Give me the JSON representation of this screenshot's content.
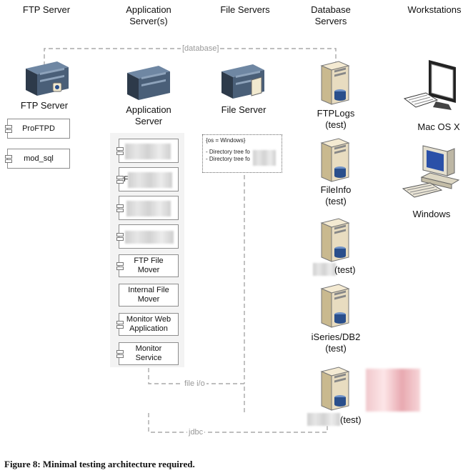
{
  "columns": [
    "FTP Server",
    "Application Server(s)",
    "File Servers",
    "Database Servers",
    "Workstations"
  ],
  "column_lines": {
    "app": [
      "Application",
      "Server(s)"
    ],
    "db": [
      "Database",
      "Servers"
    ]
  },
  "ftp_server": {
    "label": "FTP Server",
    "components": [
      "ProFTPD",
      "mod_sql"
    ]
  },
  "app_server": {
    "label_lines": [
      "Application",
      "Server"
    ],
    "components": [
      {
        "lines": [
          ""
        ],
        "redacted": true
      },
      {
        "lines": [
          "F"
        ],
        "redacted": true
      },
      {
        "lines": [
          ""
        ],
        "redacted": true
      },
      {
        "lines": [
          ""
        ],
        "redacted": true
      },
      {
        "lines": [
          "FTP File",
          "Mover"
        ]
      },
      {
        "lines": [
          "Internal File",
          "Mover"
        ]
      },
      {
        "lines": [
          "Monitor Web",
          "Application"
        ]
      },
      {
        "lines": [
          "Monitor",
          "Service"
        ]
      }
    ]
  },
  "file_server": {
    "label": "File Server",
    "note": [
      "{os = Windows}",
      "- Directory tree fo",
      "- Directory tree fo"
    ]
  },
  "db_servers": [
    {
      "lines": [
        "FTPLogs",
        "(test)"
      ]
    },
    {
      "lines": [
        "FileInfo",
        "(test)"
      ]
    },
    {
      "lines": [
        "(test)"
      ],
      "redacted_prefix": true
    },
    {
      "lines": [
        "iSeries/DB2",
        "(test)"
      ]
    },
    {
      "lines": [
        "(test)"
      ],
      "redacted_prefix": true
    }
  ],
  "workstations": [
    "Mac OS X",
    "Windows"
  ],
  "links": {
    "database": "[database]",
    "file_io": "file i/o",
    "jdbc": "jdbc"
  },
  "caption": "Figure 8: Minimal testing architecture required.",
  "colors": {
    "line": "#a8a8a8",
    "server_dark": "#2d3a4a",
    "server_face": "#4a5f78",
    "tower": "#e8dcc0",
    "disk": "#2a4f8c"
  }
}
